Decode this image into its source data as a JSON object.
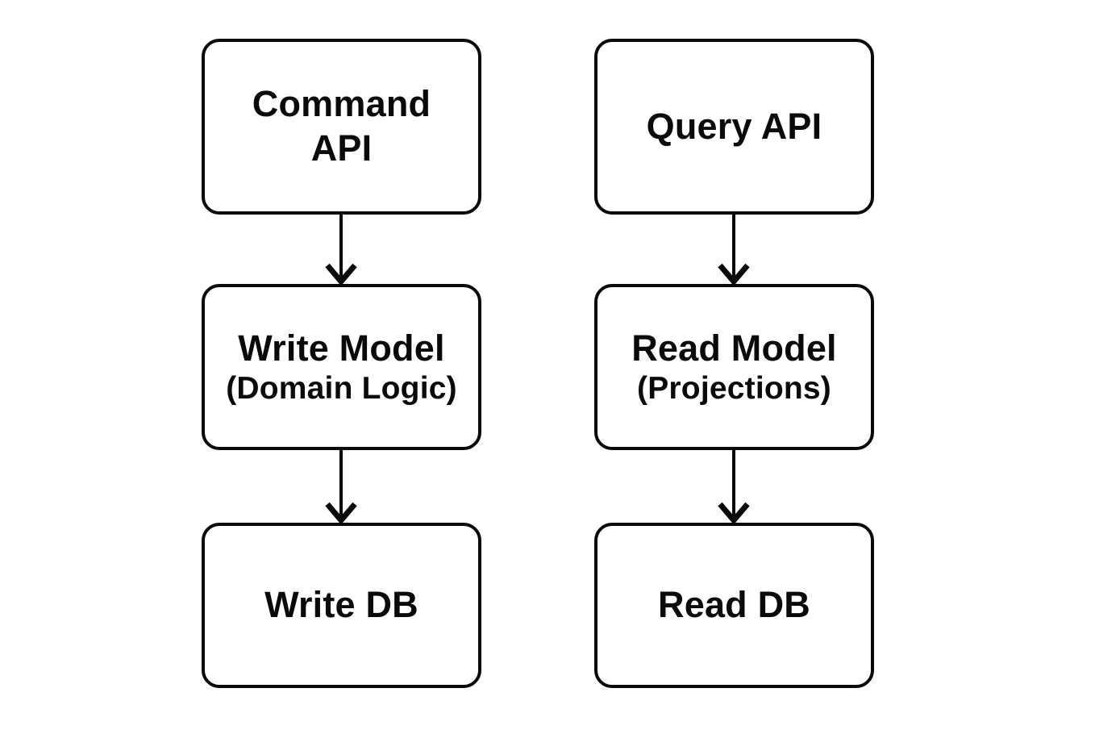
{
  "diagram": {
    "title_hint": "CQRS architecture diagram",
    "colors": {
      "background": "#ffffff",
      "node_border": "#0a0a0a",
      "node_fill": "#ffffff",
      "text": "#0a0a0a",
      "arrow": "#0a0a0a"
    },
    "columns": {
      "command_side": {
        "nodes": [
          {
            "title": "Command API",
            "subtitle": ""
          },
          {
            "title": "Write Model",
            "subtitle": "(Domain Logic)"
          },
          {
            "title": "Write DB",
            "subtitle": ""
          }
        ]
      },
      "query_side": {
        "nodes": [
          {
            "title": "Query API",
            "subtitle": ""
          },
          {
            "title": "Read Model",
            "subtitle": "(Projections)"
          },
          {
            "title": "Read DB",
            "subtitle": ""
          }
        ]
      }
    },
    "edges": [
      {
        "from": "Command API",
        "to": "Write Model"
      },
      {
        "from": "Write Model",
        "to": "Write DB"
      },
      {
        "from": "Query API",
        "to": "Read Model"
      },
      {
        "from": "Read Model",
        "to": "Read DB"
      }
    ]
  }
}
